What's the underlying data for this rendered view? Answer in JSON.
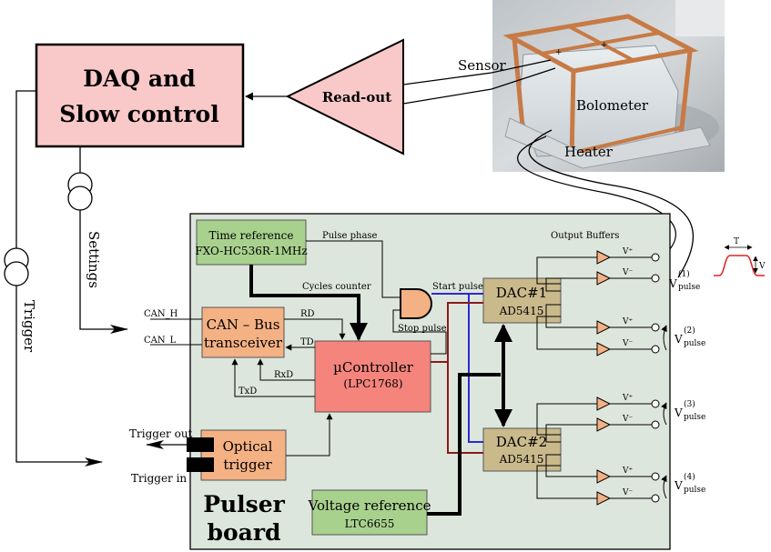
{
  "colors": {
    "pink": "#f9c8c8",
    "pink_border": "#aa3333",
    "board_bg": "#dde6dd",
    "green_box": "#a9d18e",
    "orange_box": "#f4b183",
    "red_box": "#f4847c",
    "tan_box": "#c9b98b",
    "dark_red_wire": "#8b1a1a",
    "blue_wire": "#2b2bd0",
    "copper": "#c77a45"
  },
  "daq": {
    "line1": "DAQ and",
    "line2": "Slow control"
  },
  "readout": {
    "label": "Read-out"
  },
  "photo": {
    "sensor": "Sensor",
    "bolometer": "Bolometer",
    "heater": "Heater"
  },
  "side_labels": {
    "settings": "Settings",
    "trigger": "Trigger"
  },
  "board": {
    "title_line1": "Pulser",
    "title_line2": "board",
    "time_ref": {
      "line1": "Time reference",
      "line2": "FXO-HC536R-1MHz"
    },
    "can_bus": {
      "line1": "CAN – Bus",
      "line2": "transceiver"
    },
    "ucontroller": {
      "line1": "µController",
      "line2": "(LPC1768)"
    },
    "optical": {
      "line1": "Optical",
      "line2": "trigger"
    },
    "voltage_ref": {
      "line1": "Voltage reference",
      "line2": "LTC6655"
    },
    "dac1": {
      "line1": "DAC#1",
      "line2": "AD5415"
    },
    "dac2": {
      "line1": "DAC#2",
      "line2": "AD5415"
    },
    "output_buffers": "Output Buffers",
    "labels": {
      "pulse_phase": "Pulse phase",
      "cycles_counter": "Cycles counter",
      "start_pulse": "Start pulse",
      "stop_pulse": "Stop pulse",
      "rd": "RD",
      "td": "TD",
      "rxd": "RxD",
      "txd": "TxD"
    }
  },
  "external": {
    "can_h": "CAN_H",
    "can_l": "CAN_L",
    "trigger_out": "Trigger out",
    "trigger_in": "Trigger in"
  },
  "buffers": {
    "vplus": "V⁺",
    "vminus": "V⁻",
    "outputs": [
      {
        "v": "V",
        "sup": "(1)",
        "sub": "pulse"
      },
      {
        "v": "V",
        "sup": "(2)",
        "sub": "pulse"
      },
      {
        "v": "V",
        "sup": "(3)",
        "sub": "pulse"
      },
      {
        "v": "V",
        "sup": "(4)",
        "sub": "pulse"
      }
    ]
  },
  "waveform": {
    "t": "T",
    "v": "V"
  }
}
